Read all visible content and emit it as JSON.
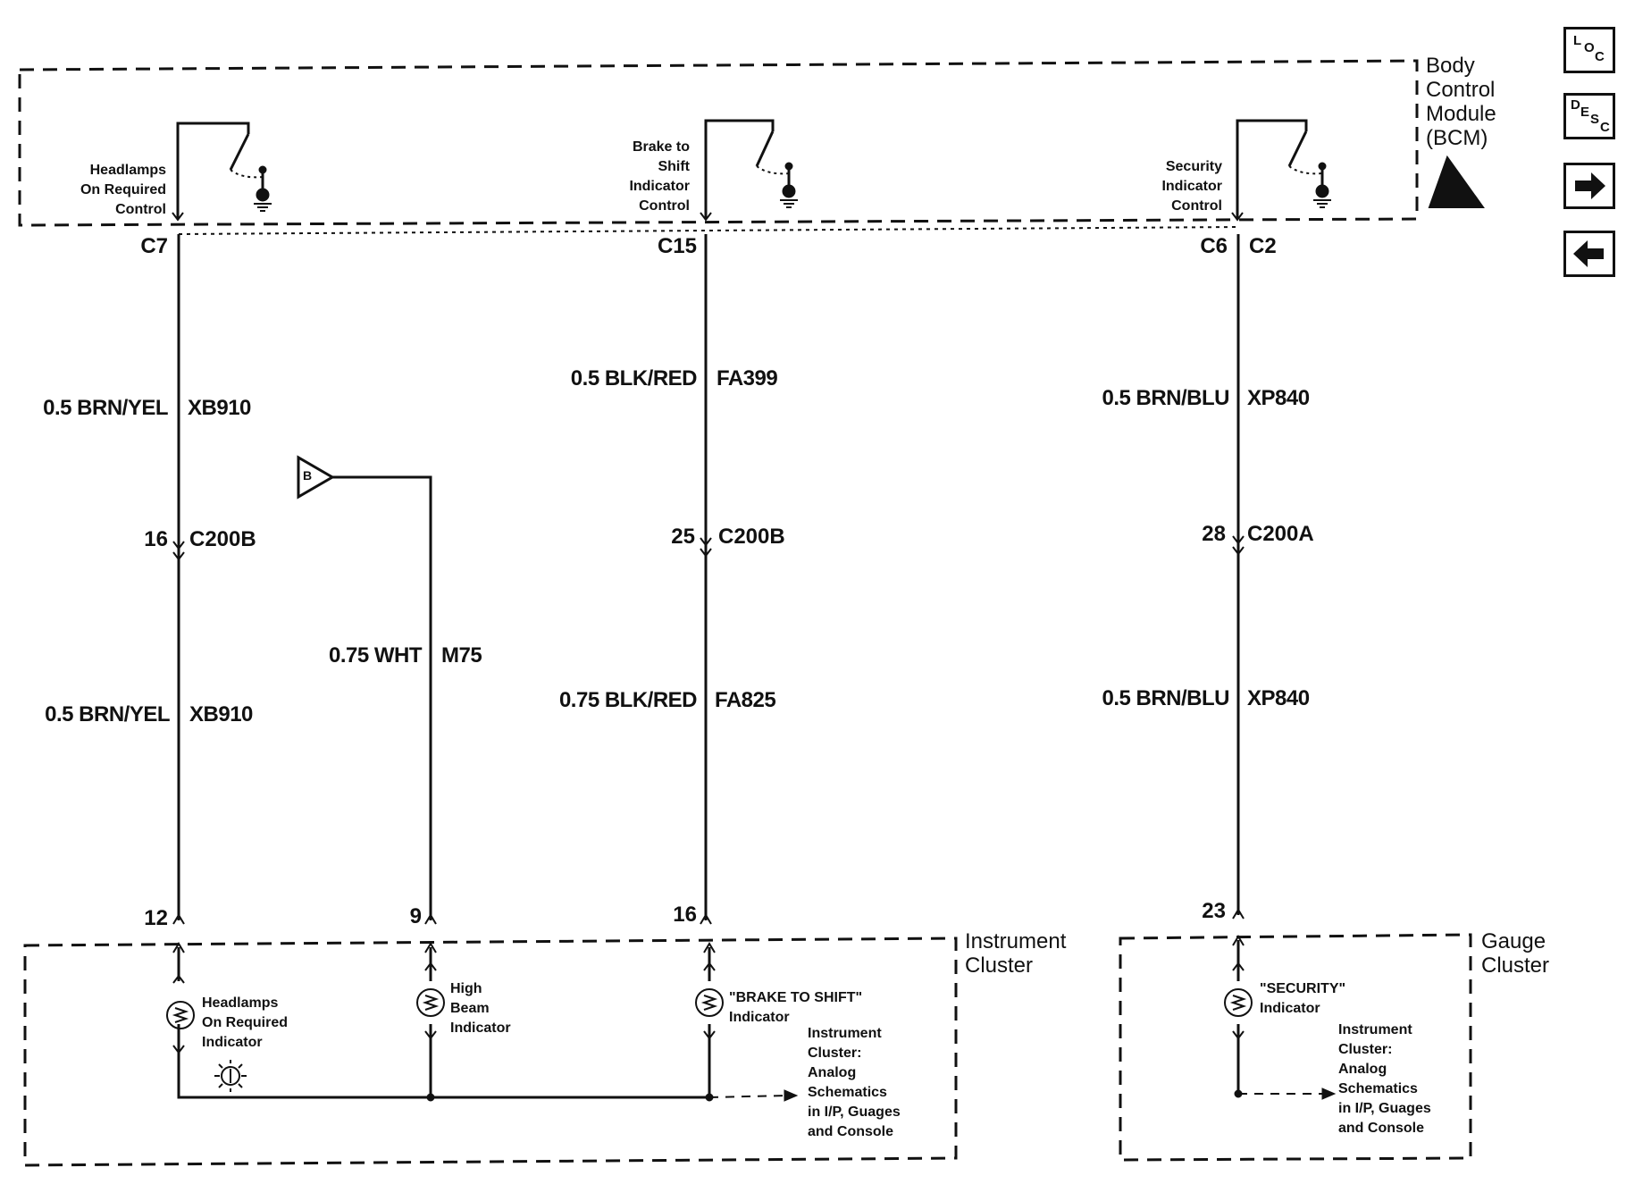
{
  "bcm": {
    "label_line1": "Body",
    "label_line2": "Control",
    "label_line3": "Module",
    "label_line4": "(BCM)",
    "switch1_label": [
      "Headlamps",
      "On Required",
      "Control"
    ],
    "switch2_label": [
      "Brake to",
      "Shift",
      "Indicator",
      "Control"
    ],
    "switch3_label": [
      "Security",
      "Indicator",
      "Control"
    ],
    "connectors": {
      "c7": "C7",
      "c15": "C15",
      "c6": "C6",
      "c2": "C2"
    }
  },
  "wires": {
    "w1_top": {
      "gauge_color": "0.5 BRN/YEL",
      "circuit": "XB910"
    },
    "w1_bottom": {
      "gauge_color": "0.5 BRN/YEL",
      "circuit": "XB910"
    },
    "w2": {
      "gauge_color": "0.75 WHT",
      "circuit": "M75"
    },
    "w3_top": {
      "gauge_color": "0.5 BLK/RED",
      "circuit": "FA399"
    },
    "w3_bottom": {
      "gauge_color": "0.75 BLK/RED",
      "circuit": "FA825"
    },
    "w4_top": {
      "gauge_color": "0.5 BRN/BLU",
      "circuit": "XP840"
    },
    "w4_bottom": {
      "gauge_color": "0.5 BRN/BLU",
      "circuit": "XP840"
    },
    "offpage_ref": "B"
  },
  "inline_connectors": {
    "w1": {
      "pin": "16",
      "name": "C200B"
    },
    "w3": {
      "pin": "25",
      "name": "C200B"
    },
    "w4": {
      "pin": "28",
      "name": "C200A"
    }
  },
  "cluster_pins": {
    "p12": "12",
    "p9": "9",
    "p16": "16",
    "p23": "23"
  },
  "instrument_cluster": {
    "label_line1": "Instrument",
    "label_line2": "Cluster",
    "ind1": [
      "Headlamps",
      "On Required",
      "Indicator"
    ],
    "ind2": [
      "High",
      "Beam",
      "Indicator"
    ],
    "ind3": [
      "\"BRAKE TO SHIFT\"",
      "Indicator"
    ],
    "ref_note": [
      "Instrument",
      "Cluster:",
      "Analog",
      "Schematics",
      "in I/P, Guages",
      "and Console"
    ]
  },
  "gauge_cluster": {
    "label_line1": "Gauge",
    "label_line2": "Cluster",
    "ind": [
      "\"SECURITY\"",
      "Indicator"
    ],
    "ref_note": [
      "Instrument",
      "Cluster:",
      "Analog",
      "Schematics",
      "in I/P, Guages",
      "and Console"
    ]
  },
  "nav": {
    "loc": {
      "a": "L",
      "b": "O",
      "c": "C"
    },
    "desc": {
      "a": "D",
      "b": "E",
      "c": "S",
      "d": "C"
    },
    "next_icon": "right-arrow-icon",
    "prev_icon": "left-arrow-icon"
  }
}
